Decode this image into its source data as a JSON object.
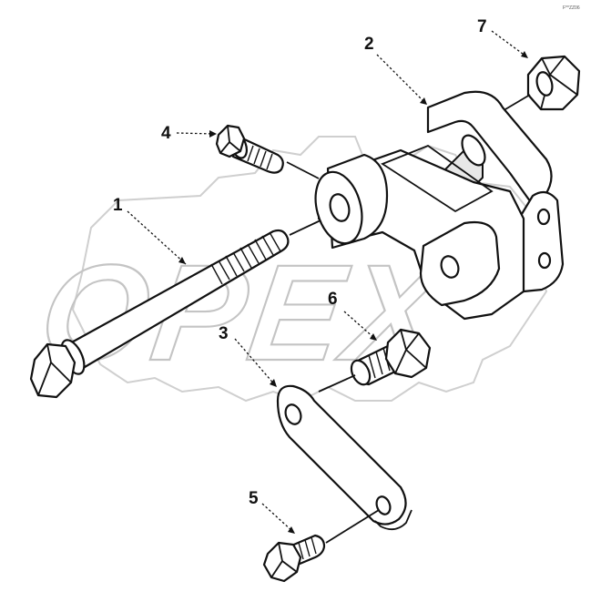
{
  "corner_code": "F**ZZ06",
  "watermark_text": "OPEX",
  "callouts": [
    {
      "id": "1",
      "label": "1"
    },
    {
      "id": "2",
      "label": "2"
    },
    {
      "id": "3",
      "label": "3"
    },
    {
      "id": "4",
      "label": "4"
    },
    {
      "id": "5",
      "label": "5"
    },
    {
      "id": "6",
      "label": "6"
    },
    {
      "id": "7",
      "label": "7"
    }
  ],
  "colors": {
    "line": "#111111",
    "watermark": "#c4c4c4",
    "background": "#ffffff"
  }
}
